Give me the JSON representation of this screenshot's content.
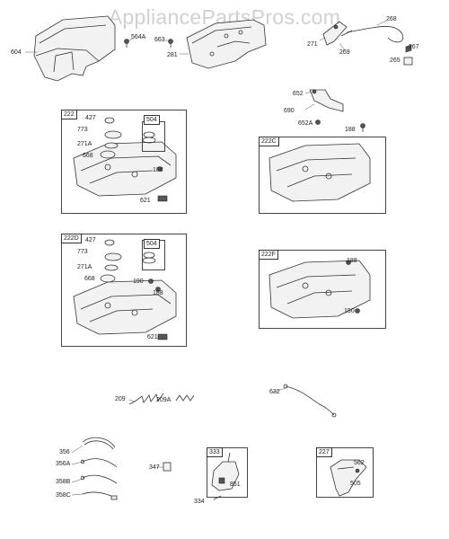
{
  "watermark": "AppliancePartsPros.com",
  "panels": [
    {
      "id": "222"
    },
    {
      "id": "222C"
    },
    {
      "id": "222D"
    },
    {
      "id": "222F"
    },
    {
      "id": "333"
    },
    {
      "id": "227"
    }
  ],
  "labels": {
    "p604": "604",
    "p564A": "564A",
    "p663": "663",
    "p281": "281",
    "p268": "268",
    "p271": "271",
    "p269": "269",
    "p267": "267",
    "p265": "265",
    "p652": "652",
    "p690": "690",
    "p652A": "652A",
    "p188a": "188",
    "box222": "222",
    "p427a": "427",
    "box504a": "504",
    "p773a": "773",
    "p271Aa": "271A",
    "p668a": "668",
    "p188b": "188",
    "p621a": "621",
    "box222C": "222C",
    "box222D": "222D",
    "p427b": "427",
    "box504b": "504",
    "p773b": "773",
    "p271Ab": "271A",
    "p668b": "668",
    "p190a": "190",
    "p188c": "188",
    "p621b": "621",
    "box222F": "222F",
    "p188d": "188",
    "p190b": "190",
    "p209": "209",
    "p209A": "209A",
    "p632": "632",
    "p356": "356",
    "p356A": "356A",
    "p358B": "358B",
    "p358C": "358C",
    "p347": "347",
    "box333": "333",
    "p851": "851",
    "p334": "334",
    "box227": "227",
    "p562": "562",
    "p505": "505"
  }
}
